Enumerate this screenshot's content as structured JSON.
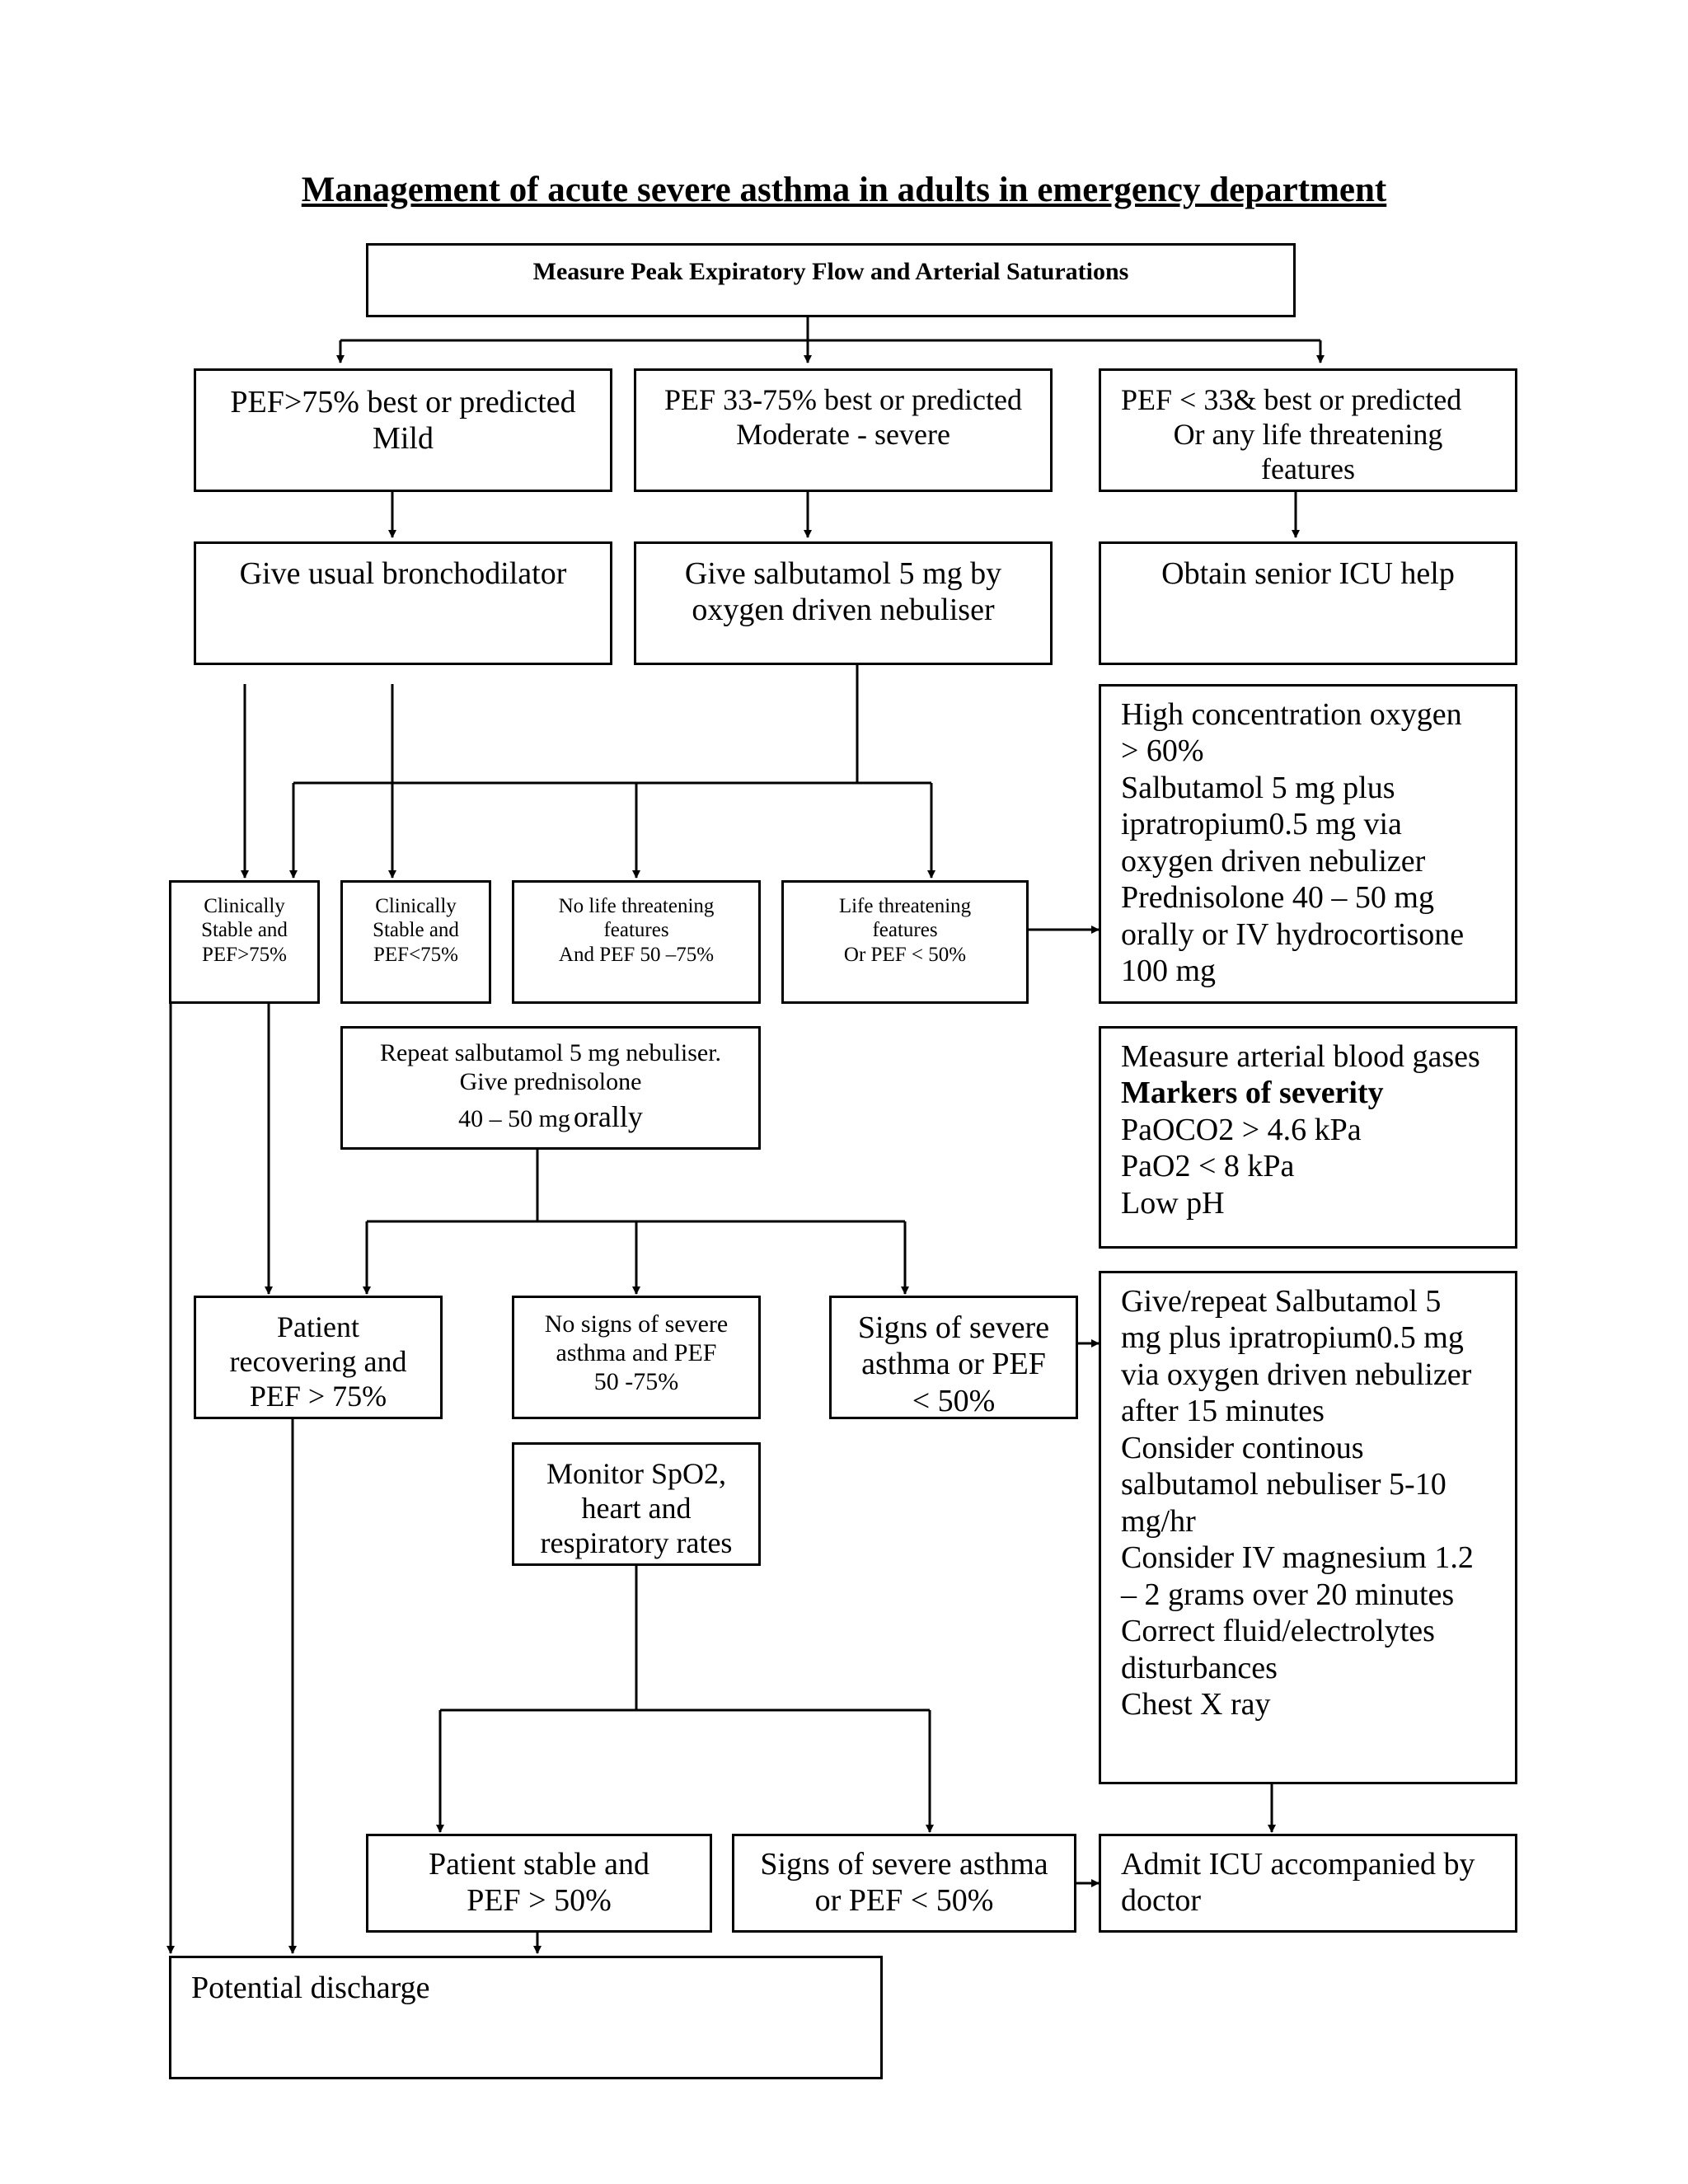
{
  "title": "Management of acute severe asthma in adults in emergency department",
  "boxes": {
    "measure_pef": [
      "Measure Peak Expiratory Flow and Arterial Saturations"
    ],
    "mild": [
      "PEF>75% best or predicted",
      "Mild"
    ],
    "moderate": [
      "PEF 33-75% best or predicted",
      "Moderate - severe"
    ],
    "severe": [
      "PEF < 33& best or predicted",
      "Or any life threatening",
      "features"
    ],
    "give_bronchodilator": [
      "Give usual bronchodilator"
    ],
    "give_salbutamol": [
      "Give salbutamol 5 mg by",
      "oxygen driven nebuliser"
    ],
    "obtain_icu": [
      "Obtain senior ICU help"
    ],
    "high_oxygen": [
      "High concentration oxygen",
      "> 60%",
      "Salbutamol 5 mg plus",
      "ipratropium0.5 mg via",
      "oxygen driven nebulizer",
      "Prednisolone 40 – 50 mg",
      "orally or IV hydrocortisone",
      "100 mg"
    ],
    "stable_gt75": [
      "Clinically",
      "Stable and",
      "PEF>75%"
    ],
    "stable_lt75": [
      "Clinically",
      "Stable and",
      "PEF<75%"
    ],
    "no_life_threat": [
      "No life threatening",
      "features",
      "And  PEF 50 –75%"
    ],
    "life_threat": [
      "Life threatening",
      "features",
      "Or PEF < 50%"
    ],
    "repeat_salbutamol": [
      "Repeat salbutamol 5 mg nebuliser.",
      "Give prednisolone"
    ],
    "repeat_dose_a": "40 – 50 mg",
    "repeat_dose_b": "orally",
    "abg_heading": "Measure arterial blood gases",
    "abg_markers": "Markers of severity",
    "abg_lines": [
      "PaOCO2 > 4.6 kPa",
      "PaO2 < 8 kPa",
      "Low pH"
    ],
    "patient_recovering": [
      "Patient",
      "recovering and",
      "PEF > 75%"
    ],
    "no_signs_severe": [
      "No signs of severe",
      "asthma and PEF",
      "50 -75%"
    ],
    "signs_severe_1": [
      "Signs of severe",
      "asthma or PEF",
      "< 50%"
    ],
    "give_repeat": [
      "Give/repeat Salbutamol 5",
      "mg plus ipratropium0.5 mg",
      "via oxygen driven nebulizer",
      "after 15 minutes",
      "Consider continous",
      "salbutamol nebuliser 5-10",
      "mg/hr",
      "Consider IV magnesium 1.2",
      "– 2 grams over 20 minutes",
      "Correct fluid/electrolytes",
      "disturbances",
      "Chest X ray"
    ],
    "monitor": [
      "Monitor SpO2,",
      "heart and",
      "respiratory rates"
    ],
    "patient_stable": [
      "Patient stable and",
      "PEF > 50%"
    ],
    "signs_severe_2": [
      "Signs of severe asthma",
      "or PEF < 50%"
    ],
    "admit_icu": [
      "Admit ICU accompanied by",
      "doctor"
    ],
    "discharge": [
      "Potential discharge"
    ]
  },
  "edges": [
    [
      "measure_pef",
      "mild"
    ],
    [
      "measure_pef",
      "moderate"
    ],
    [
      "measure_pef",
      "severe"
    ],
    [
      "mild",
      "give_bronchodilator"
    ],
    [
      "moderate",
      "give_salbutamol"
    ],
    [
      "severe",
      "obtain_icu"
    ],
    [
      "give_bronchodilator",
      "stable_gt75"
    ],
    [
      "give_bronchodilator",
      "stable_lt75"
    ],
    [
      "give_salbutamol",
      "stable_gt75"
    ],
    [
      "give_salbutamol",
      "no_life_threat"
    ],
    [
      "give_salbutamol",
      "life_threat"
    ],
    [
      "life_threat",
      "high_oxygen"
    ],
    [
      "stable_gt75",
      "patient_recovering"
    ],
    [
      "stable_gt75",
      "discharge"
    ],
    [
      "repeat_salbutamol",
      "patient_recovering"
    ],
    [
      "repeat_salbutamol",
      "no_signs_severe"
    ],
    [
      "repeat_salbutamol",
      "signs_severe_1"
    ],
    [
      "signs_severe_1",
      "give_repeat"
    ],
    [
      "patient_recovering",
      "discharge"
    ],
    [
      "monitor",
      "patient_stable"
    ],
    [
      "monitor",
      "signs_severe_2"
    ],
    [
      "give_repeat",
      "admit_icu"
    ],
    [
      "signs_severe_2",
      "admit_icu"
    ],
    [
      "patient_stable",
      "discharge"
    ]
  ]
}
